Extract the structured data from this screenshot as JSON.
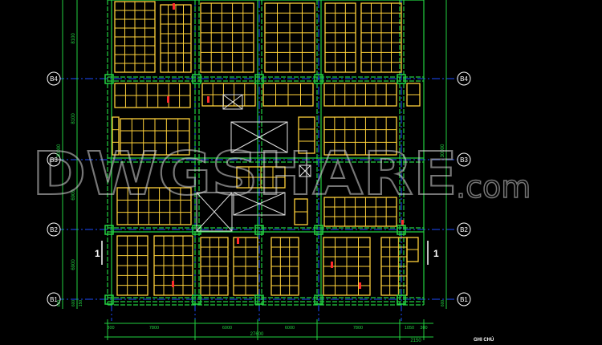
{
  "grid_rows": [
    {
      "label": "B4"
    },
    {
      "label": "B3"
    },
    {
      "label": "B2"
    },
    {
      "label": "B1"
    }
  ],
  "left_dims": [
    "8100",
    "8100",
    "6900",
    "6900"
  ],
  "left_total": "30000",
  "left_end_dims": [
    "600",
    "600",
    "150"
  ],
  "right_total": "30000",
  "right_end_dim": "600",
  "section_mark": "1",
  "bottom_dims": [
    "300",
    "7800",
    "6000",
    "6000",
    "7800",
    "1050",
    "300"
  ],
  "bottom_total": "27600",
  "bottom_extra": "2150",
  "note_title": "GHI CHÚ",
  "watermark": {
    "logo": "DWGSHARE",
    "suffix": ".com"
  },
  "colors": {
    "background": "#000000",
    "beam": "#22d040",
    "slab": "#ffd23a",
    "axis": "#1b4dff",
    "label": "#ffffff",
    "dim": "#22d040",
    "rebar": "#ff2a2a",
    "wall": "#e0e0e0"
  }
}
